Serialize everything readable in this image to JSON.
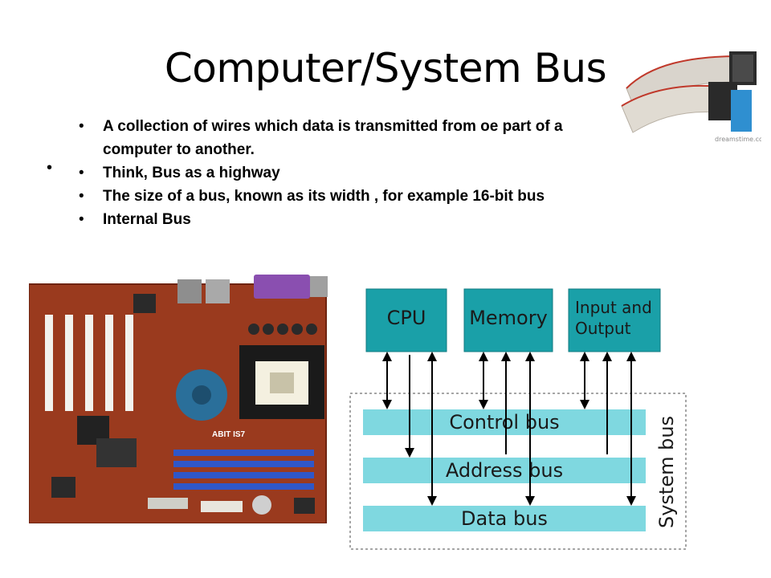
{
  "slide": {
    "title": "Computer/System Bus",
    "stray_bullet": "•",
    "bullets": [
      "A collection of wires which data is transmitted from oe part of a computer to another.",
      "Think, Bus as a highway",
      "The size of a bus, known as its width , for example 16-bit bus",
      "Internal Bus"
    ]
  },
  "motherboard": {
    "brand_label": "ABIT IS7"
  },
  "ribbon_cable": {
    "watermark": "dreamstime.com"
  },
  "bus_diagram": {
    "components": [
      "CPU",
      "Memory",
      "Input and",
      "Output"
    ],
    "buses": [
      "Control bus",
      "Address bus",
      "Data bus"
    ],
    "group_label": "System bus",
    "colors": {
      "box": "#1aa0a8",
      "bus": "#7fd8e0",
      "border": "#888888"
    }
  }
}
